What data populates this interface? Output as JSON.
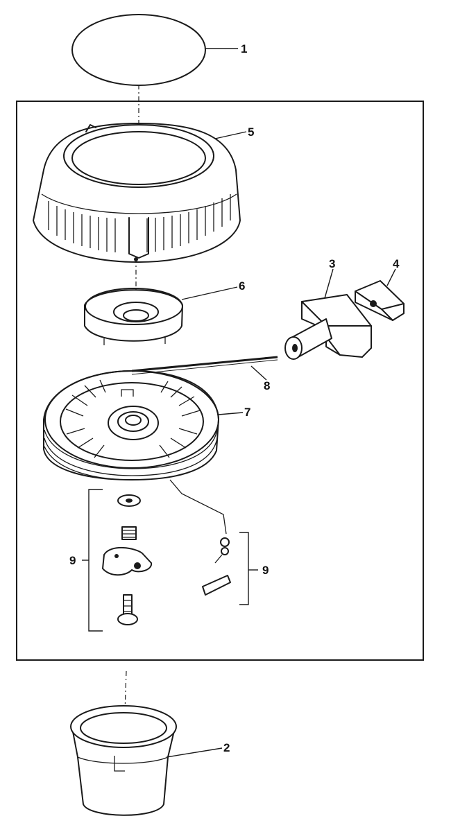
{
  "diagram": {
    "labels": {
      "p1": "1",
      "p2": "2",
      "p3": "3",
      "p4": "4",
      "p5": "5",
      "p6": "6",
      "p7": "7",
      "p8": "8",
      "p9_left": "9",
      "p9_right": "9"
    }
  }
}
